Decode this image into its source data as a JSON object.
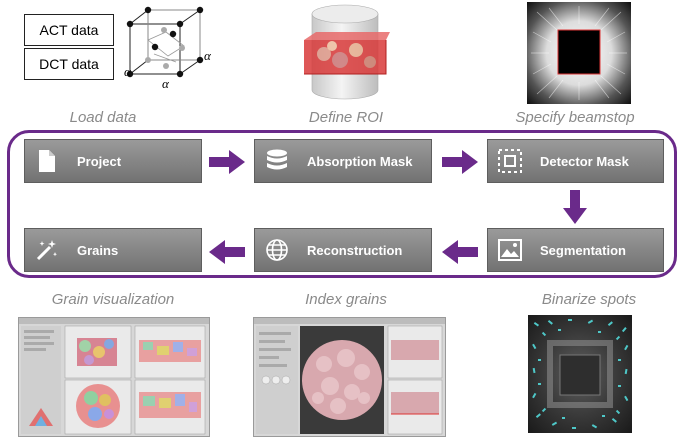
{
  "data_tags": [
    "ACT data",
    "DCT data"
  ],
  "lattice_labels": [
    "α",
    "α",
    "α"
  ],
  "captions": {
    "load": "Load data",
    "roi": "Define ROI",
    "beamstop": "Specify beamstop",
    "grainvis": "Grain visualization",
    "index": "Index grains",
    "binarize": "Binarize spots"
  },
  "steps": {
    "project": "Project",
    "absorption": "Absorption Mask",
    "detector": "Detector Mask",
    "segmentation": "Segmentation",
    "reconstruction": "Reconstruction",
    "grains": "Grains"
  },
  "colors": {
    "frame": "#6a2a8a",
    "arrow": "#6a2a8a",
    "button_top": "#9a9a9a",
    "button_bottom": "#727272"
  },
  "icons": {
    "project": "document-icon",
    "absorption": "database-icon",
    "detector": "focus-frame-icon",
    "segmentation": "image-icon",
    "reconstruction": "globe-icon",
    "grains": "magic-wand-icon"
  }
}
